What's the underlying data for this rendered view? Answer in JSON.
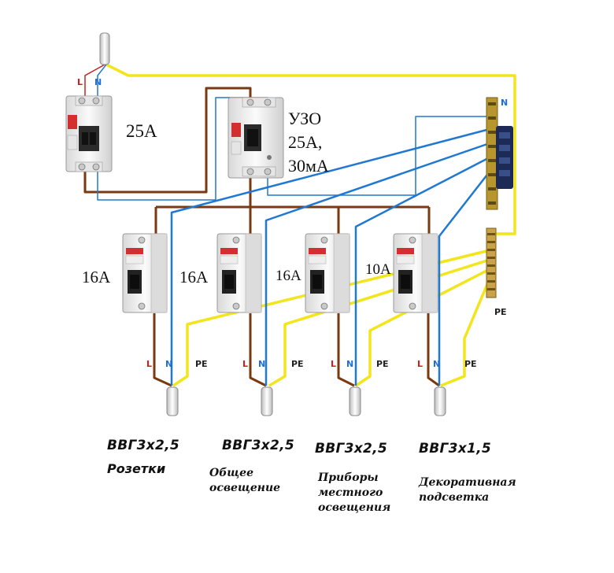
{
  "main_breaker": {
    "rating": "25А",
    "l_label": "L",
    "n_label": "N"
  },
  "rcd": {
    "line1": "УЗО",
    "line2": "25А,",
    "line3": "30мА"
  },
  "breakers": [
    {
      "rating": "16А"
    },
    {
      "rating": "16А"
    },
    {
      "rating": "16А"
    },
    {
      "rating": "10А"
    }
  ],
  "busbars": {
    "neutral_label": "N",
    "ground_label": "PE"
  },
  "circuits": [
    {
      "l": "L",
      "n": "N",
      "pe": "PE",
      "cable": "ВВГ3х2,5",
      "purpose": [
        "Розетки"
      ]
    },
    {
      "l": "L",
      "n": "N",
      "pe": "PE",
      "cable": "ВВГ3х2,5",
      "purpose": [
        "Общее",
        "освещение"
      ]
    },
    {
      "l": "L",
      "n": "N",
      "pe": "PE",
      "cable": "ВВГ3х2,5",
      "purpose": [
        "Приборы",
        "местного",
        "освещения"
      ]
    },
    {
      "l": "L",
      "n": "N",
      "pe": "PE",
      "cable": "ВВГ3х1,5",
      "purpose": [
        "Декоративная",
        "подсветка"
      ]
    }
  ],
  "colors": {
    "phase": "#8b4513",
    "neutral": "#1f78d1",
    "ground": "#f2e51a",
    "phase_label": "#d81b1b",
    "neutral_label": "#1f6fd8"
  }
}
